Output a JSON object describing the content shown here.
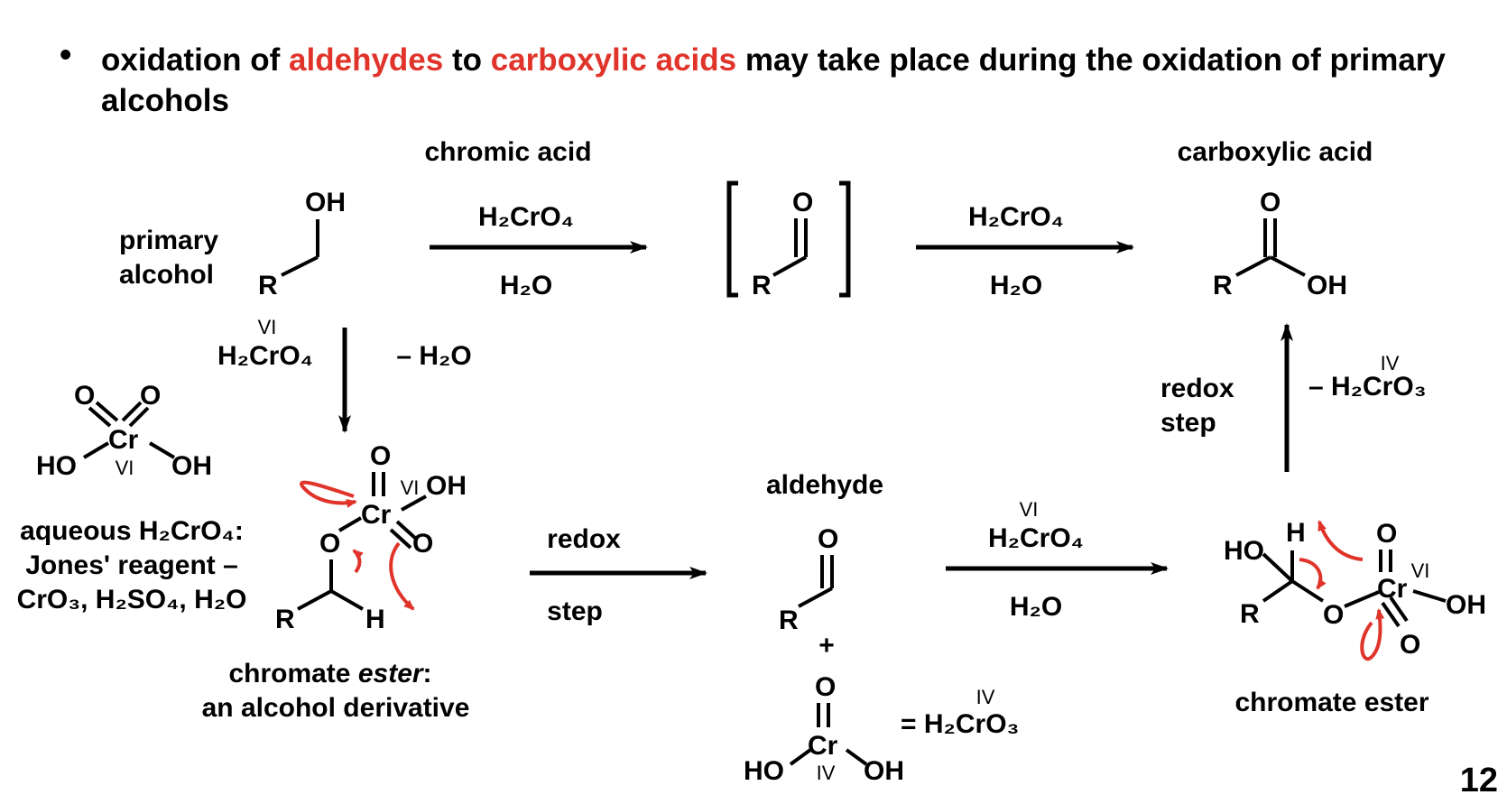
{
  "bullet": {
    "part1": "oxidation of ",
    "hl1": "aldehydes",
    "part2": " to ",
    "hl2": "carboxylic acids",
    "part3": " may take place during the oxidation of primary alcohols"
  },
  "labels": {
    "chromic_acid": "chromic acid",
    "carboxylic_acid": "carboxylic acid",
    "primary": "primary",
    "alcohol": "alcohol",
    "aldehyde": "aldehyde",
    "chromate_ester_1": "chromate ",
    "chromate_ester_1_em": "ester",
    "chromate_ester_1_colon": ":",
    "alcohol_derivative": "an alcohol derivative",
    "chromate_ester_2": "chromate ester",
    "aqueous": "aqueous H₂CrO₄:",
    "jones": "Jones' reagent –",
    "jones_formula": "CrO₃, H₂SO₄, H₂O",
    "redox": "redox",
    "step": "step",
    "redox2": "redox",
    "step2": "step",
    "minus_h2o": "– H₂O",
    "minus_h2cro3": "– H₂CrO₃",
    "equals_h2cro3": "=  H₂CrO₃",
    "plus": "+"
  },
  "reagents": {
    "h2cro4": "H₂CrO₄",
    "h2o": "H₂O"
  },
  "atoms": {
    "OH": "OH",
    "O": "O",
    "R": "R",
    "H": "H",
    "HO": "HO",
    "Cr": "Cr"
  },
  "oxidation_states": {
    "VI": "VI",
    "IV": "IV"
  },
  "page_number": "12",
  "colors": {
    "highlight": "#e0342b",
    "arrow": "#000000",
    "electron_arrow": "#e0342b"
  }
}
